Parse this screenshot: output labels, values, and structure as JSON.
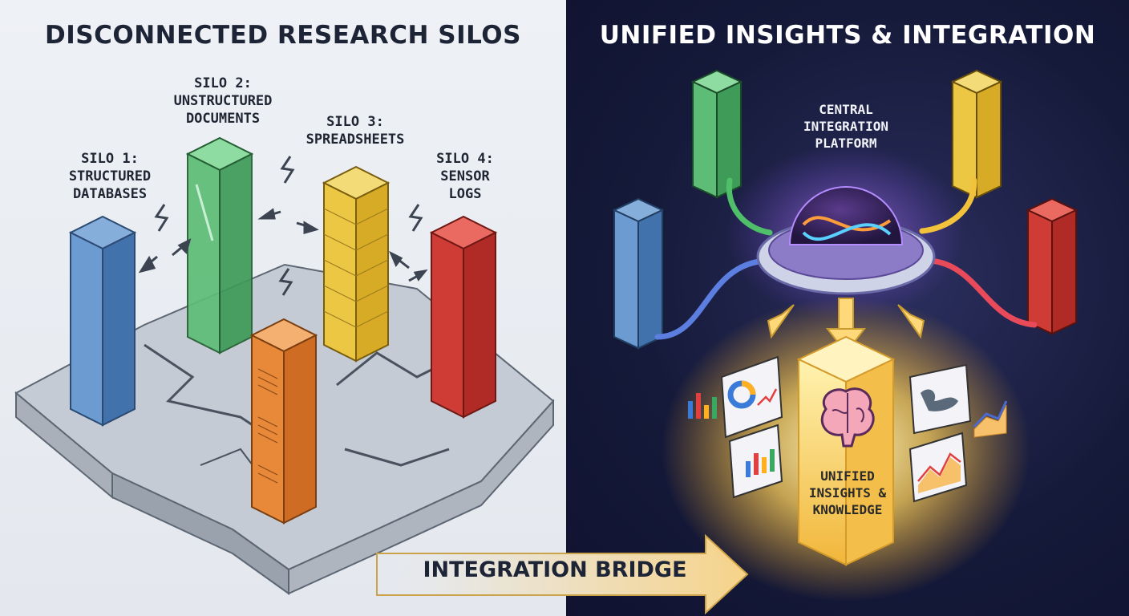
{
  "left_panel": {
    "title": "DISCONNECTED RESEARCH SILOS",
    "silos": [
      {
        "line1": "SILO 1:",
        "line2": "STRUCTURED",
        "line3": "DATABASES",
        "color": "#5b8cc6"
      },
      {
        "line1": "SILO 2:",
        "line2": "UNSTRUCTURED",
        "line3": "DOCUMENTS",
        "color": "#4fae6a"
      },
      {
        "line1": "SILO 3:",
        "line2": "SPREADSHEETS",
        "color": "#e8c33a"
      },
      {
        "line1": "SILO 4:",
        "line2": "SENSOR",
        "line3": "LOGS",
        "color": "#cf3b35"
      }
    ],
    "orange_silo_color": "#e8893a"
  },
  "right_panel": {
    "title": "UNIFIED INSIGHTS & INTEGRATION",
    "platform": {
      "line1": "CENTRAL",
      "line2": "INTEGRATION",
      "line3": "PLATFORM"
    },
    "knowledge": {
      "line1": "UNIFIED",
      "line2": "INSIGHTS &",
      "line3": "KNOWLEDGE"
    }
  },
  "bridge": {
    "label": "INTEGRATION BRIDGE"
  },
  "colors": {
    "bridge_arrow": "#f6d38a",
    "glow": "#ffd25a"
  }
}
